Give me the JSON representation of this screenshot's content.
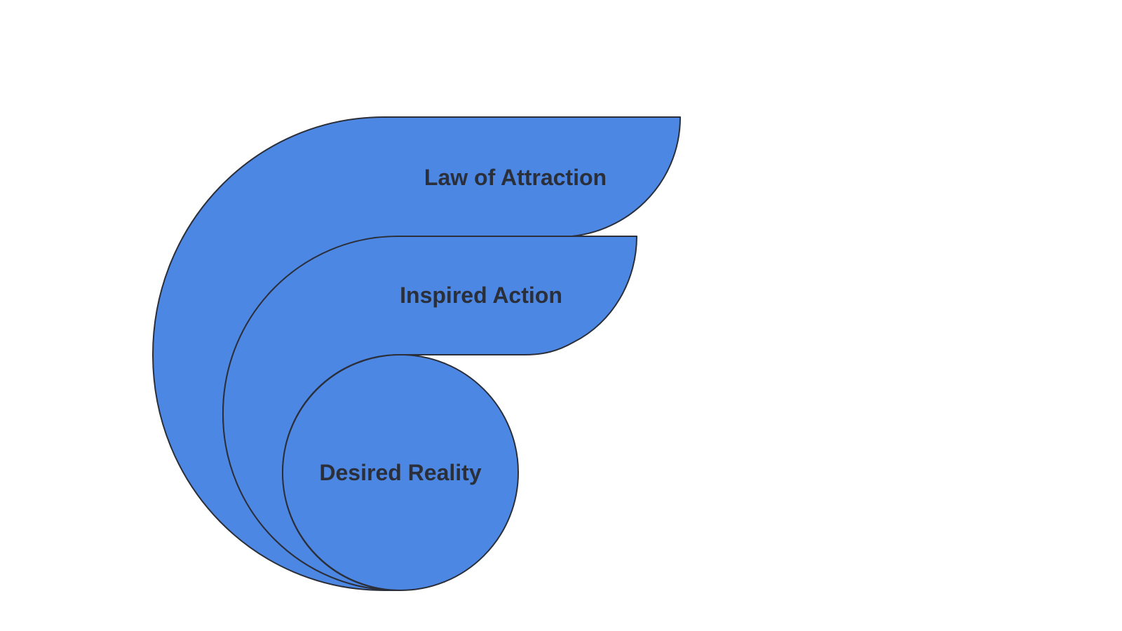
{
  "diagram": {
    "fill_color": "#4c87e4",
    "outline_color": "#2b2f3a",
    "text_color": "#2b2f3a",
    "levels": [
      {
        "label": "Law of Attraction"
      },
      {
        "label": "Inspired Action"
      },
      {
        "label": "Desired Reality"
      }
    ]
  }
}
